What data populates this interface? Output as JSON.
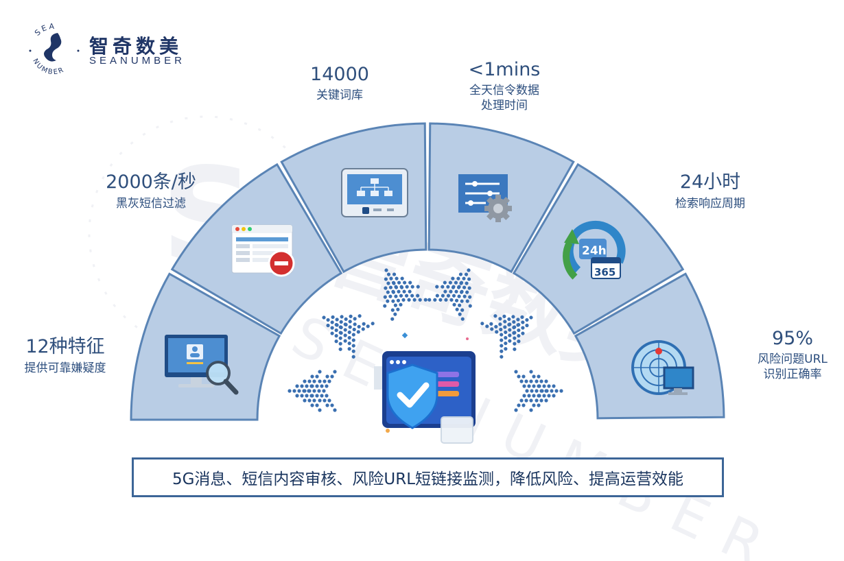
{
  "logo": {
    "cn": "智奇数美",
    "en": "SEANUMBER",
    "ring_top": "SEA",
    "ring_bottom": "NUMBER"
  },
  "stats": [
    {
      "value": "12种特征",
      "label": [
        "提供可靠嫌疑度"
      ]
    },
    {
      "value": "2000条/秒",
      "label": [
        "黑灰短信过滤"
      ]
    },
    {
      "value": "14000",
      "label": [
        "关键词库"
      ]
    },
    {
      "value": "<1mins",
      "label": [
        "全天信令数据",
        "处理时间"
      ]
    },
    {
      "value": "24小时",
      "label": [
        "检索响应周期"
      ]
    },
    {
      "value": "95%",
      "label": [
        "风险问题URL",
        "识别正确率"
      ]
    }
  ],
  "icons": {
    "calendar_top": "24h",
    "calendar_bottom": "365"
  },
  "banner": "5G消息、短信内容审核、风险URL短链接监测，降低风险、提高运营效能",
  "colors": {
    "segment_fill": "#b9cde5",
    "segment_stroke": "#5a84b5",
    "dark_blue": "#1f3566",
    "text_blue": "#2b4d7d",
    "dot_blue": "#3a6fb0"
  }
}
